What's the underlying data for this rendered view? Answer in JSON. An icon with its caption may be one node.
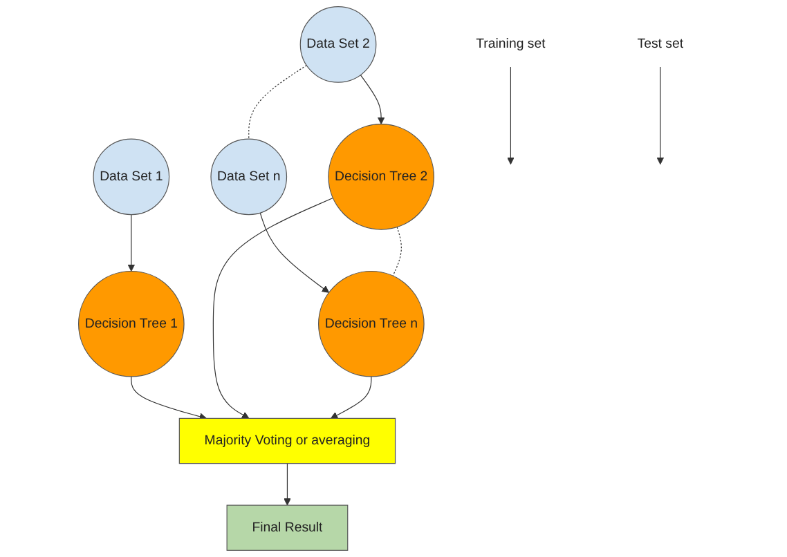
{
  "diagram": {
    "nodes": [
      {
        "text": [
          "Training set"
        ]
      },
      {
        "text": [
          "Data Set 1"
        ]
      },
      {
        "text": [
          "Data Set 2"
        ]
      },
      {
        "text": [
          "Data Set n"
        ]
      },
      {
        "text": [
          "Decision Tree 1"
        ]
      },
      {
        "text": [
          "Decision Tree 2"
        ]
      },
      {
        "text": [
          "Decision Tree n"
        ]
      },
      {
        "text": [
          "Test set"
        ]
      },
      {
        "text": [
          "Majority Voting or averaging"
        ]
      },
      {
        "text": [
          "Final Result"
        ]
      }
    ],
    "edges": [
      {
        "from": 0,
        "to": null,
        "arrow": "to"
      },
      {
        "from": 1,
        "to": 4,
        "arrow": "to"
      },
      {
        "from": 2,
        "to": 5,
        "arrow": "to"
      },
      {
        "from": 3,
        "to": 6,
        "arrow": "to"
      },
      {
        "from": 2,
        "to": 3,
        "arrow": "none",
        "style": "dashed"
      },
      {
        "from": 5,
        "to": 6,
        "arrow": "none",
        "style": "dashed"
      },
      {
        "from": 4,
        "to": 8,
        "arrow": "to"
      },
      {
        "from": 5,
        "to": 8,
        "arrow": "to"
      },
      {
        "from": 6,
        "to": 8,
        "arrow": "to"
      },
      {
        "from": 7,
        "to": null,
        "arrow": "to"
      },
      {
        "from": 8,
        "to": 9,
        "arrow": "to"
      }
    ]
  }
}
